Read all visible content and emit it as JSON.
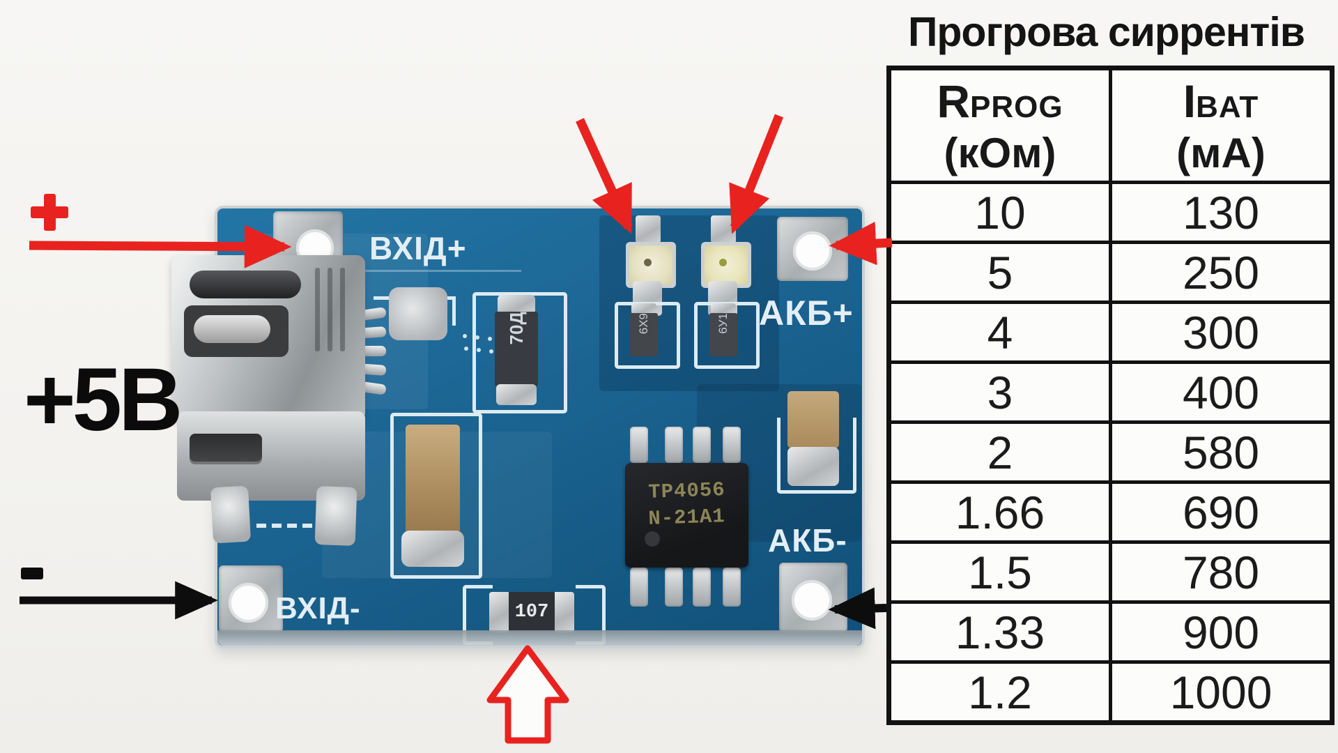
{
  "title": "Прогрова сиррентів",
  "table": {
    "col1": {
      "main": "R",
      "sub": "PROG",
      "unit": "(кОм)"
    },
    "col2": {
      "main": "I",
      "sub": "BAT",
      "unit": "(мА)"
    },
    "rows": [
      [
        "10",
        "130"
      ],
      [
        "5",
        "250"
      ],
      [
        "4",
        "300"
      ],
      [
        "3",
        "400"
      ],
      [
        "2",
        "580"
      ],
      [
        "1.66",
        "690"
      ],
      [
        "1.5",
        "780"
      ],
      [
        "1.33",
        "900"
      ],
      [
        "1.2",
        "1000"
      ]
    ]
  },
  "annotations": {
    "plus": "+",
    "minus": "-",
    "supply_voltage": "+5В"
  },
  "board": {
    "silkscreen": {
      "input_plus": "ВХІД+",
      "battery_plus": "АКБ+",
      "battery_minus": "АКБ-",
      "input_minus": "ВХІД-"
    },
    "ic_marking": {
      "line1": "TP4056",
      "line2": "N-21A1"
    },
    "rprog_resistor_marking": "107",
    "resistor_marking": "70Д",
    "led_resistor_markings": [
      "6Х9",
      "6У1"
    ]
  },
  "colors": {
    "arrow_red": "#e8231f",
    "arrow_black": "#0d0d0d",
    "pcb_blue": "#1c6794",
    "silkscreen_white": "#dcebf2",
    "table_border": "#121212"
  }
}
